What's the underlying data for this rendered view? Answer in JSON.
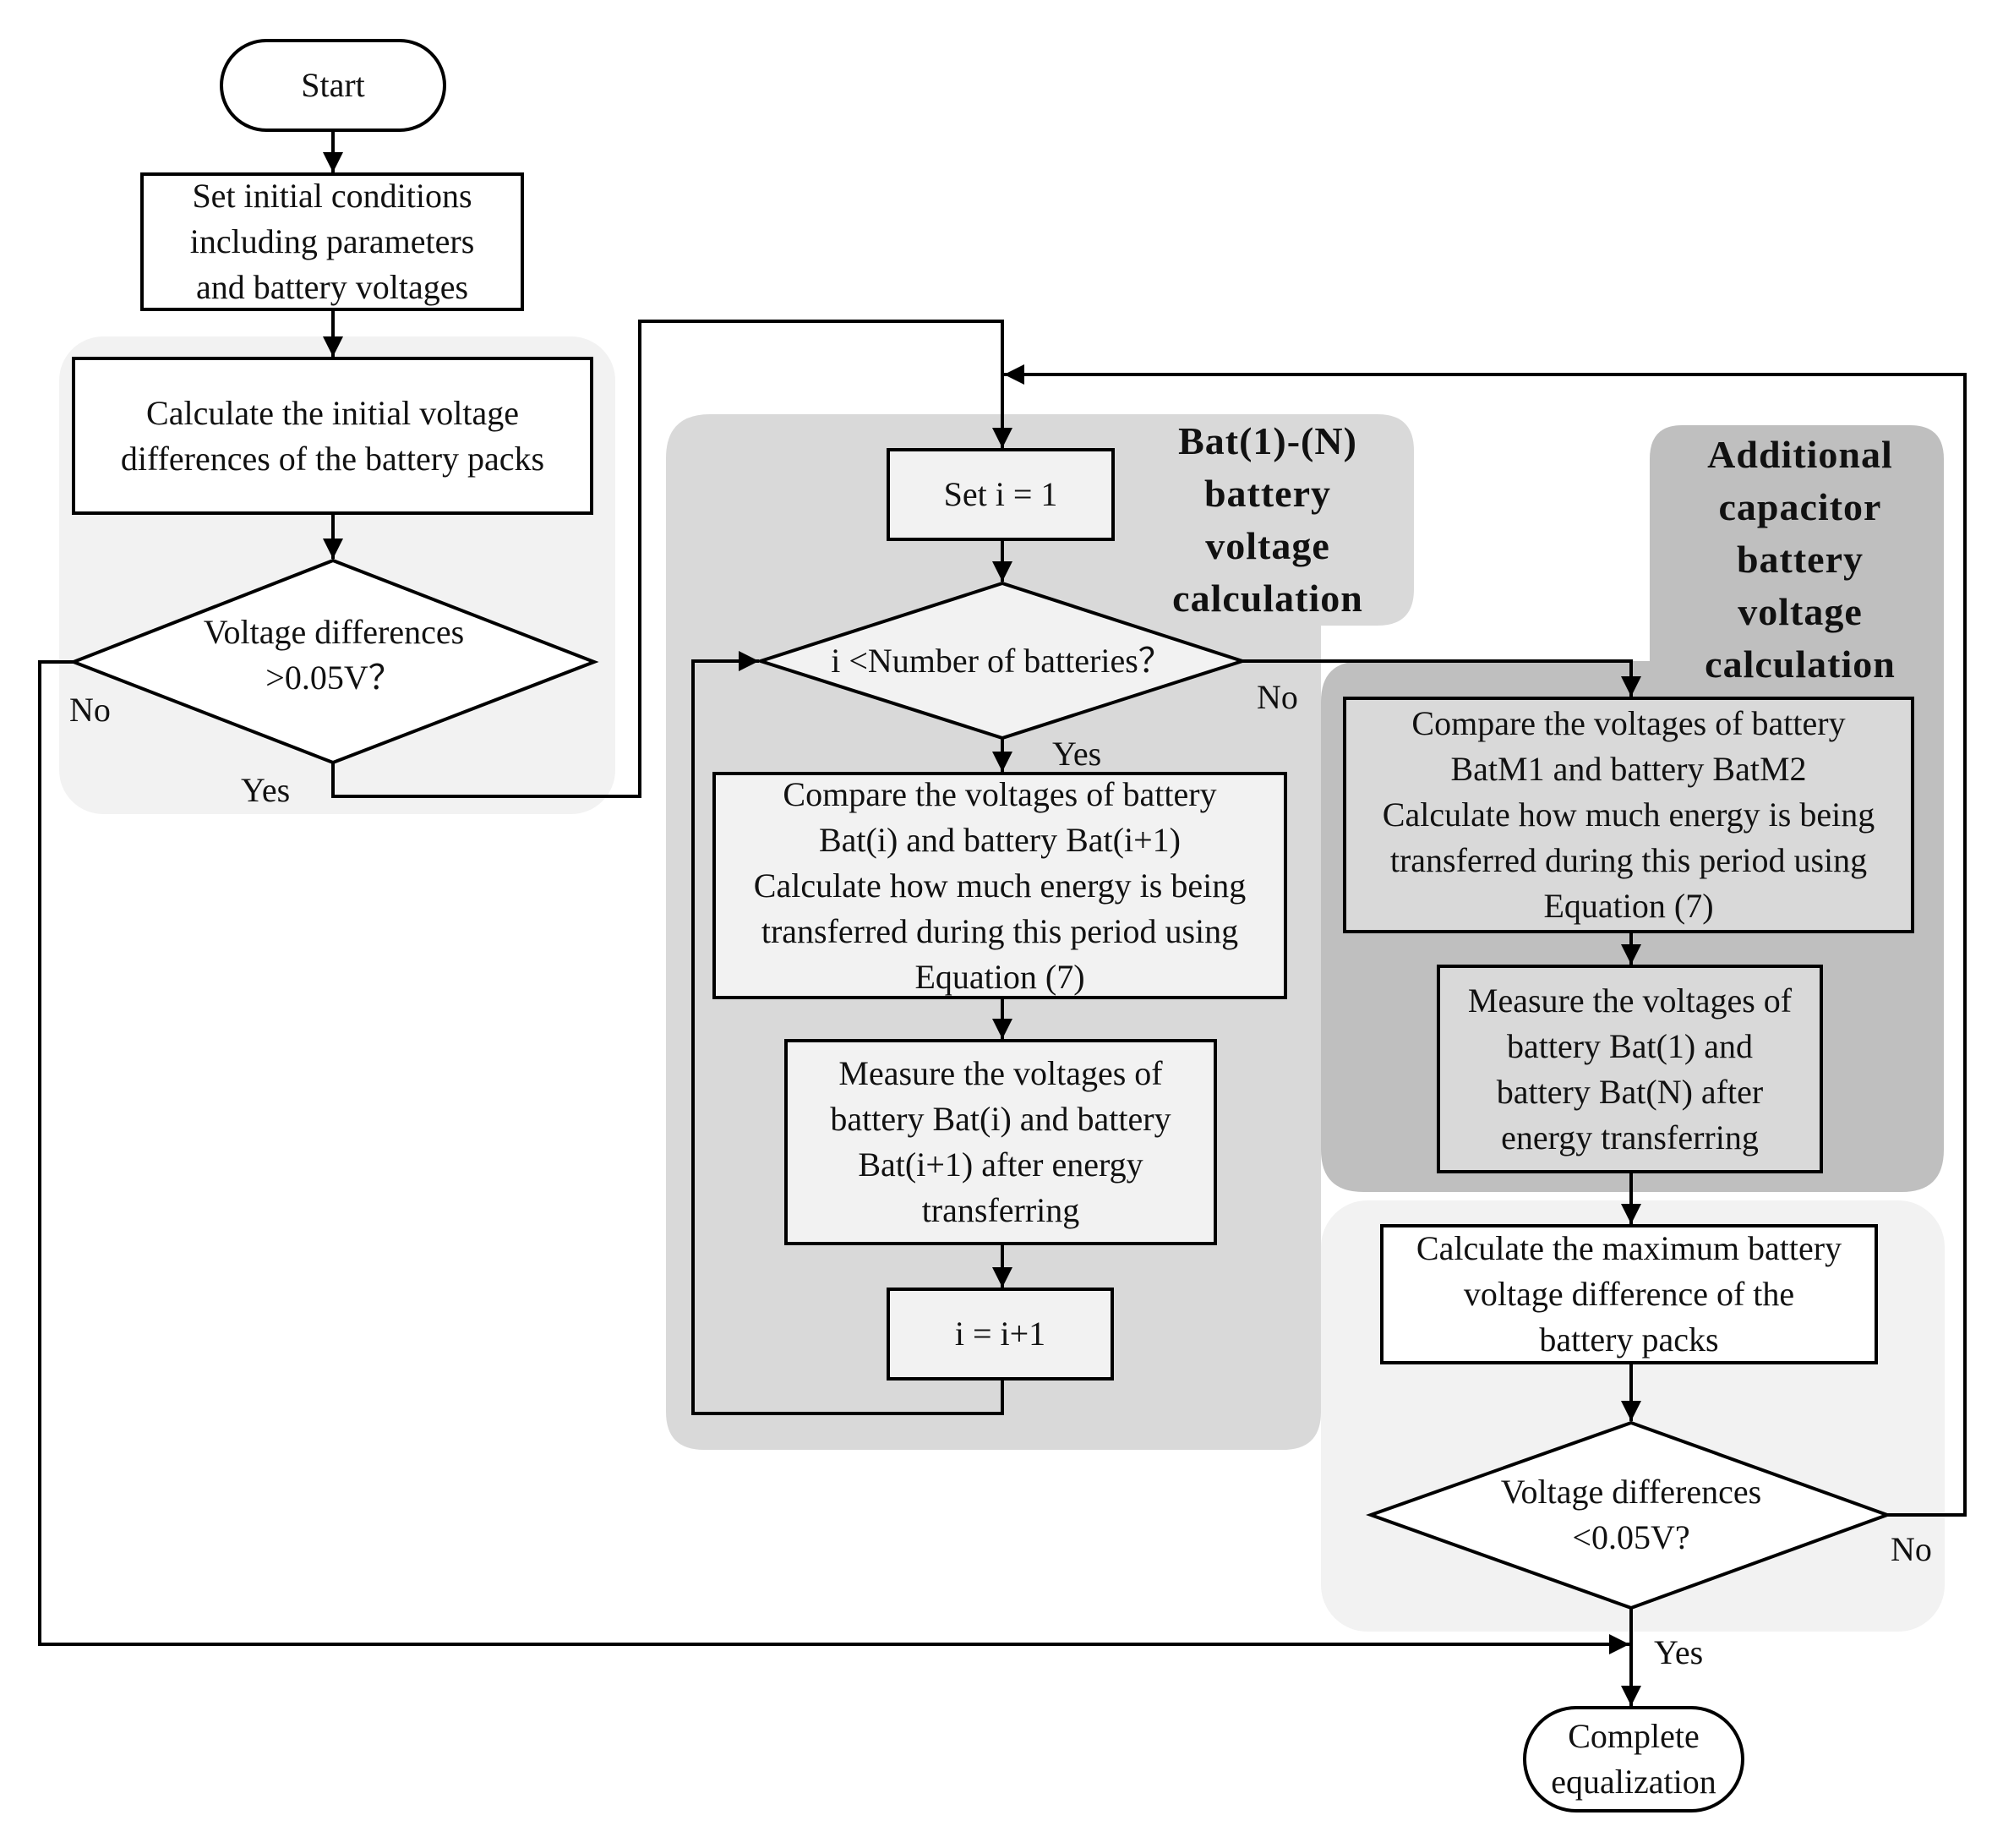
{
  "nodes": {
    "start": "Start",
    "set_initial": [
      "Set initial conditions",
      "including parameters",
      "and battery voltages"
    ],
    "calc_initial": [
      "Calculate the initial voltage",
      "differences of the battery packs"
    ],
    "decision_initial": [
      "Voltage differences",
      ">0.05V？"
    ],
    "set_i": "Set i = 1",
    "decision_loop": "i <Number of batteries？",
    "compare_pair": [
      "Compare the voltages of battery",
      "Bat(i) and battery Bat(i+1)",
      "Calculate how much energy is being",
      "transferred during this period using",
      "Equation (7)"
    ],
    "measure_pair": [
      "Measure the voltages of",
      "battery Bat(i) and battery",
      "Bat(i+1) after energy",
      "transferring"
    ],
    "increment": "i = i+1",
    "compare_m": [
      "Compare the voltages of battery",
      "BatM1 and battery BatM2",
      "Calculate how much energy is being",
      "transferred during this period using",
      "Equation (7)"
    ],
    "measure_end": [
      "Measure the voltages of",
      "battery Bat(1) and",
      "battery Bat(N) after",
      "energy transferring"
    ],
    "calc_max": [
      "Calculate the maximum battery",
      "voltage difference of the",
      "battery packs"
    ],
    "decision_final": [
      "Voltage differences",
      "<0.05V?"
    ],
    "complete": [
      "Complete",
      "equalization"
    ]
  },
  "groups": {
    "bat_group_title": [
      "Bat(1)-(N)",
      "battery",
      "voltage",
      "calculation"
    ],
    "cap_group_title": [
      "Additional",
      "capacitor",
      "battery",
      "voltage",
      "calculation"
    ]
  },
  "labels": {
    "initial_no": "No",
    "initial_yes": "Yes",
    "loop_yes": "Yes",
    "loop_no": "No",
    "final_no": "No",
    "final_yes": "Yes"
  },
  "colors": {
    "background": "#ffffff",
    "panel_light": "#f2f2f2",
    "panel_mid": "#d9d9d9",
    "panel_dark": "#bfbfbf",
    "box_light": "#f2f2f2",
    "box_mid": "#d9d9d9",
    "box_white": "#ffffff",
    "stroke": "#000000"
  }
}
